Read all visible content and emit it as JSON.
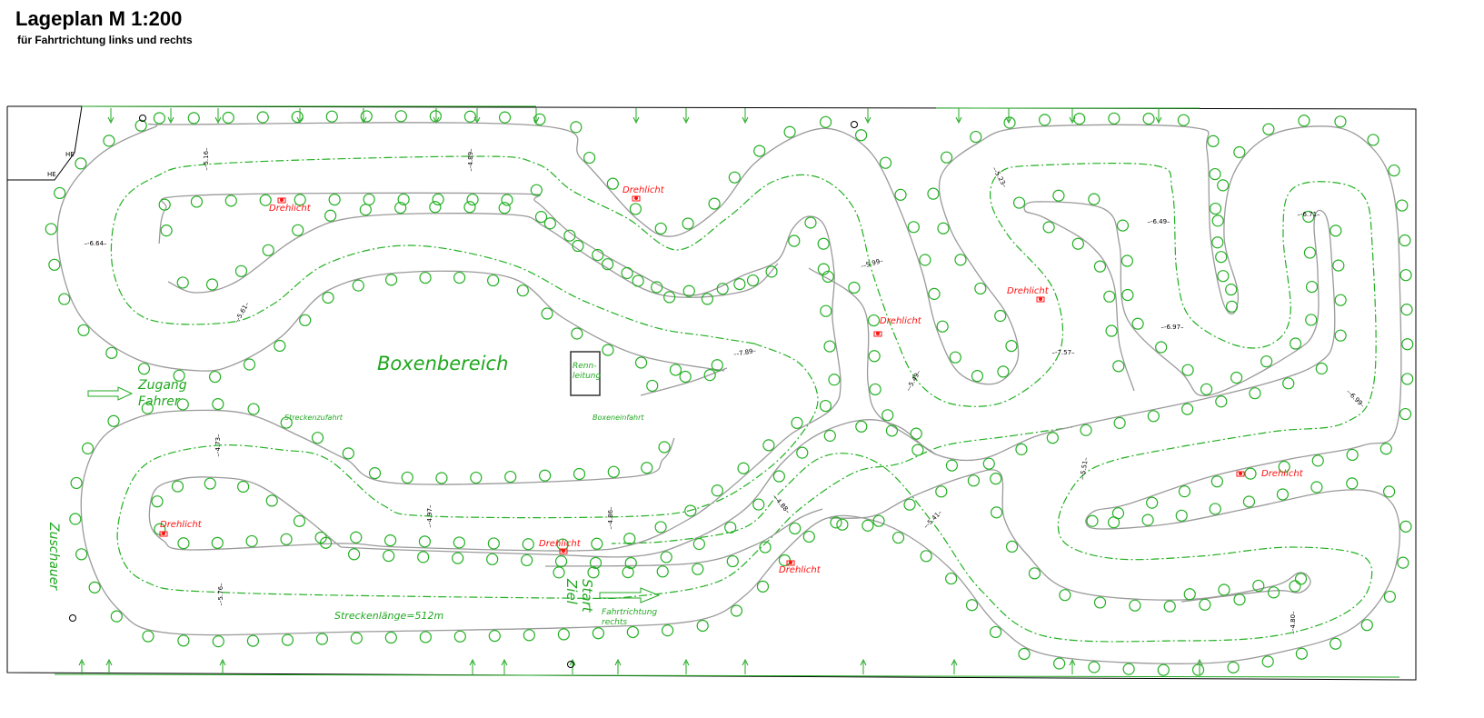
{
  "header": {
    "title": "Lageplan  M 1:200",
    "subtitle": "für Fahrtrichtung links und rechts"
  },
  "labels": {
    "pit_area": "Boxenbereich",
    "race_control_1": "Renn-",
    "race_control_2": "leitung",
    "driver_access_1": "Zugang",
    "driver_access_2": "Fahrer",
    "track_entry": "Streckenzufahrt",
    "pit_entry": "Boxeneinfahrt",
    "spectators": "Zuschauer",
    "track_length": "Streckenlänge=512m",
    "start": "Start",
    "finish": "Ziel",
    "direction_1": "Fahrtrichtung",
    "direction_2": "rechts",
    "he_1": "HE",
    "he_2": "HE"
  },
  "beacons": [
    "Drehlicht",
    "Drehlicht",
    "Drehlicht",
    "Drehlicht",
    "Drehlicht",
    "Drehlicht",
    "Drehlicht",
    "Drehlicht"
  ],
  "elevations": [
    "-5.16",
    "-4.89",
    "-6.64",
    "-5.61",
    "-5.99",
    "-7.89",
    "-5.49",
    "-5.23",
    "-6.49",
    "-6.71",
    "-6.97",
    "-7.57",
    "-6.99",
    "-4.73",
    "-4.97",
    "-4.86",
    "-5.76",
    "-4.88",
    "-5.41",
    "-5.51",
    "-4.80"
  ],
  "colors": {
    "track_edge": "#9a9a9a",
    "centerline": "#22b022",
    "tire": "#22b022",
    "beacon": "#ff1010",
    "boundary": "#000000"
  }
}
